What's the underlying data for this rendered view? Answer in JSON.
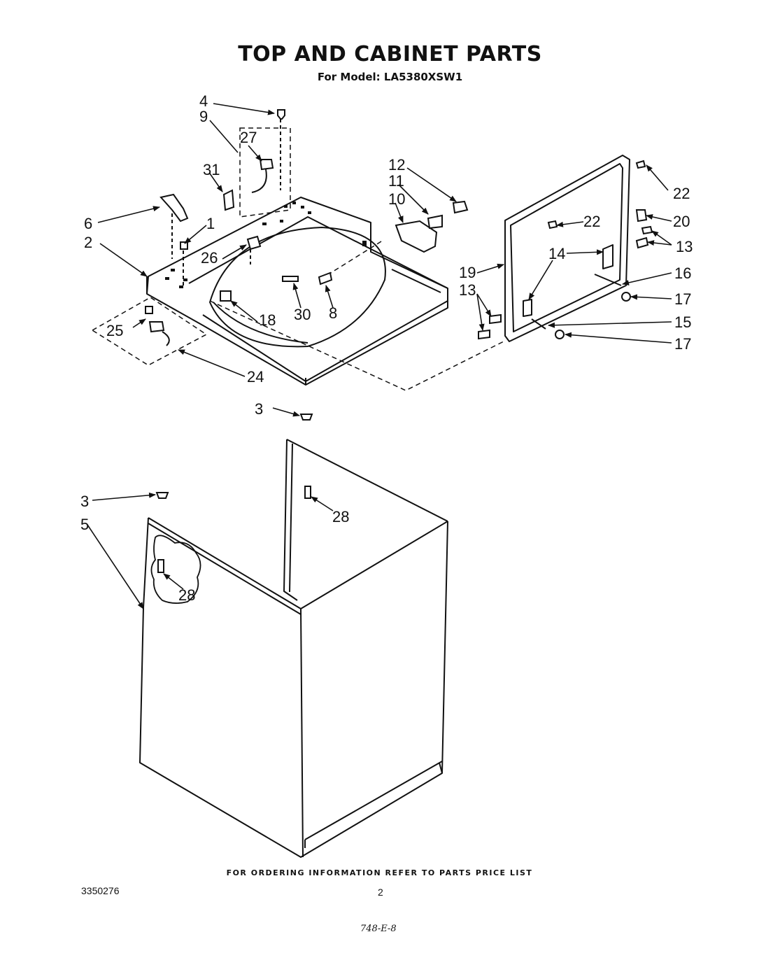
{
  "title": "TOP AND CABINET PARTS",
  "subtitle": "For Model: LA5380XSW1",
  "footer_text": "FOR ORDERING INFORMATION REFER TO PARTS PRICE LIST",
  "doc_number": "3350276",
  "page_number": "2",
  "hand_note": "748-E-8",
  "callouts": {
    "c1": "1",
    "c2": "2",
    "c3a": "3",
    "c3b": "3",
    "c4": "4",
    "c5": "5",
    "c6": "6",
    "c8": "8",
    "c9": "9",
    "c10": "10",
    "c11": "11",
    "c12": "12",
    "c13a": "13",
    "c13b": "13",
    "c14": "14",
    "c15": "15",
    "c16": "16",
    "c17a": "17",
    "c17b": "17",
    "c18": "18",
    "c19": "19",
    "c20": "20",
    "c22a": "22",
    "c22b": "22",
    "c24": "24",
    "c25": "25",
    "c26": "26",
    "c27": "27",
    "c28a": "28",
    "c28b": "28",
    "c30": "30",
    "c31": "31"
  }
}
